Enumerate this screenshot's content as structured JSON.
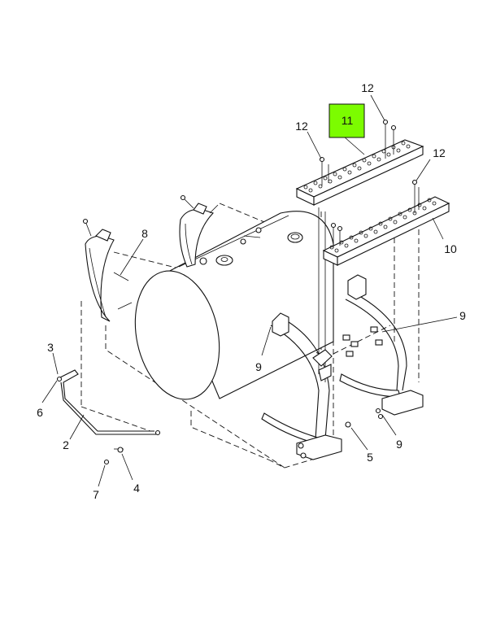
{
  "highlight": {
    "label": "11",
    "color": "#7CFC00"
  },
  "callouts": {
    "c12a": "12",
    "c12b": "12",
    "c12c": "12",
    "c10": "10",
    "c8": "8",
    "c9a": "9",
    "c9b": "9",
    "c9c": "9",
    "c3": "3",
    "c6": "6",
    "c2": "2",
    "c7": "7",
    "c4": "4",
    "c5": "5"
  }
}
